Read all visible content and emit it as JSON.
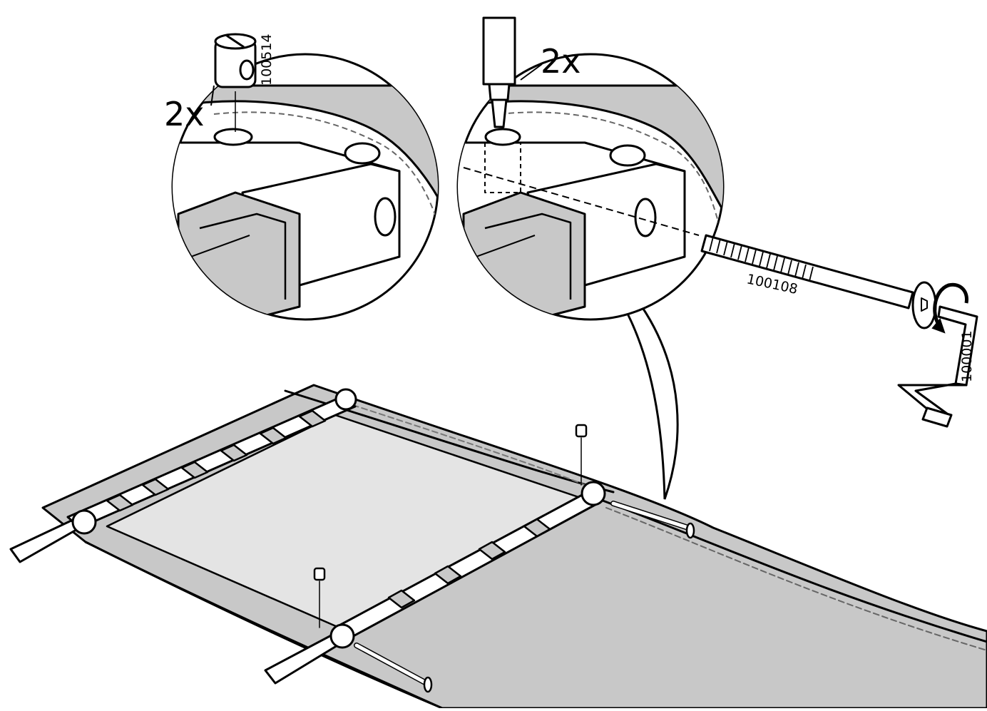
{
  "callouts": {
    "left": {
      "quantity": "2x",
      "part_number": "100514"
    },
    "right": {
      "quantity": "2x",
      "bolt_part_number": "100108",
      "key_part_number": "100001"
    }
  },
  "colors": {
    "line": "#000000",
    "fill_gray": "#c8c8c8",
    "fill_light": "#e4e4e4",
    "background": "#ffffff"
  },
  "icons": [
    "barrel-nut-icon",
    "screwdriver-icon",
    "bolt-icon",
    "allen-key-icon",
    "rotation-arrow-icon"
  ]
}
